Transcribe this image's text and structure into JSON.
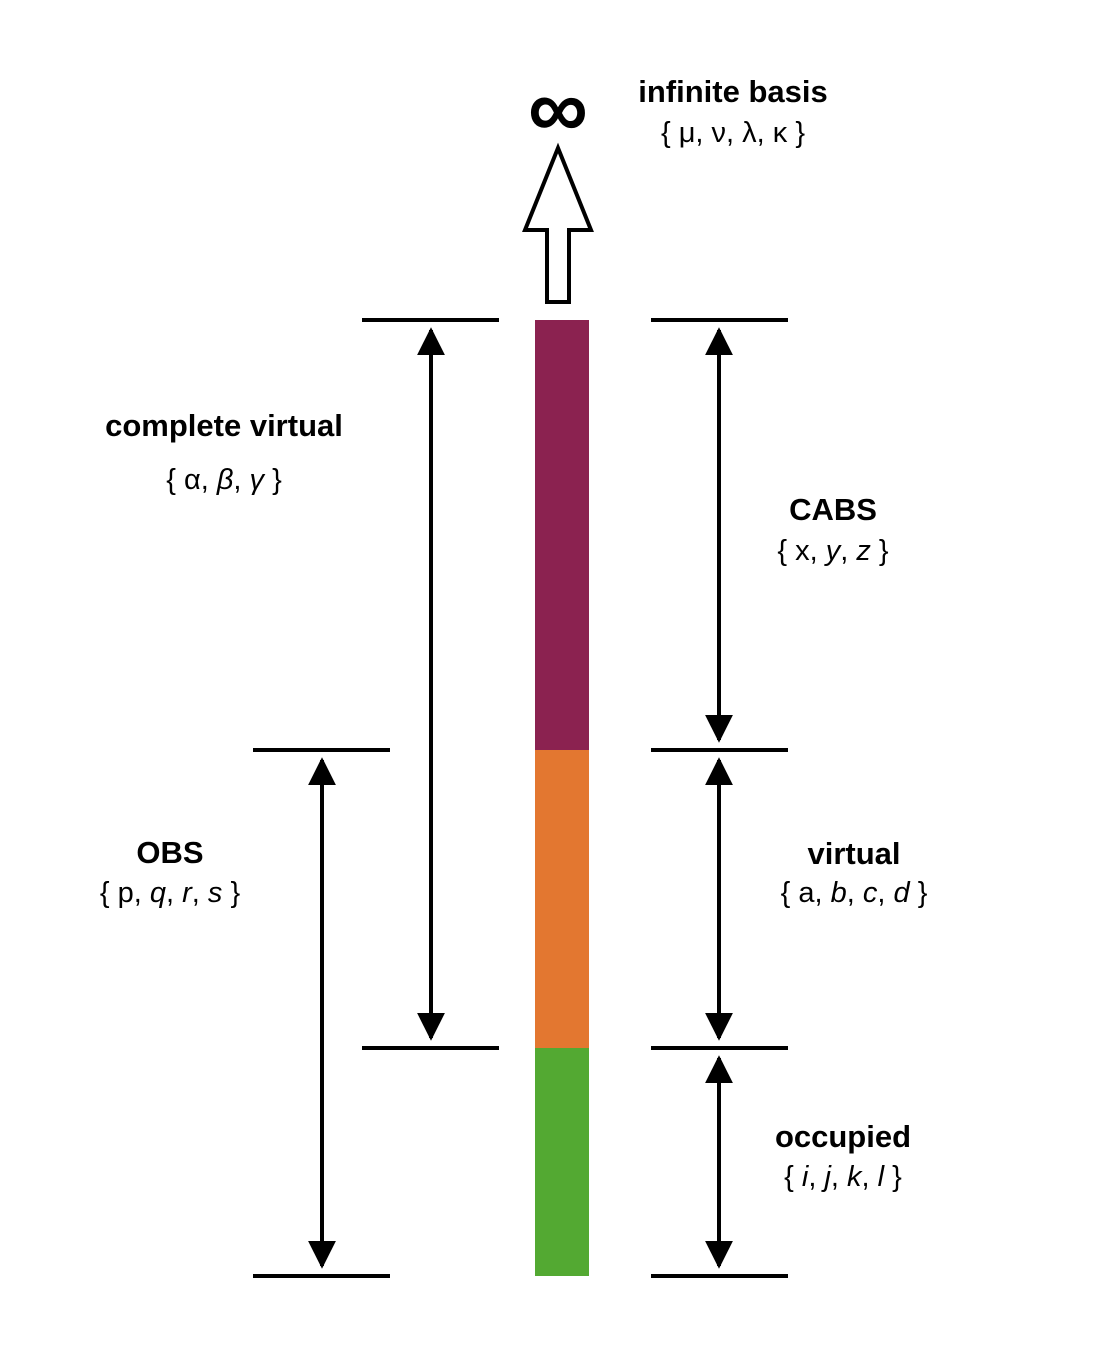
{
  "infinity_symbol": "∞",
  "regions": {
    "infinite_basis": {
      "title": "infinite basis",
      "indices": [
        {
          "t": "μ",
          "it": false
        },
        {
          "t": "ν",
          "it": false
        },
        {
          "t": "λ",
          "it": false
        },
        {
          "t": "κ",
          "it": false
        }
      ]
    },
    "complete_virtual": {
      "title": "complete virtual",
      "indices": [
        {
          "t": "α",
          "it": false
        },
        {
          "t": "β",
          "it": true
        },
        {
          "t": "γ",
          "it": true
        }
      ]
    },
    "cabs": {
      "title": "CABS",
      "indices": [
        {
          "t": "x",
          "it": false
        },
        {
          "t": "y",
          "it": true
        },
        {
          "t": "z",
          "it": true
        }
      ]
    },
    "obs": {
      "title": "OBS",
      "indices": [
        {
          "t": "p",
          "it": false
        },
        {
          "t": "q",
          "it": true
        },
        {
          "t": "r",
          "it": true
        },
        {
          "t": "s",
          "it": true
        }
      ]
    },
    "virtual": {
      "title": "virtual",
      "indices": [
        {
          "t": "a",
          "it": false
        },
        {
          "t": "b",
          "it": true
        },
        {
          "t": "c",
          "it": true
        },
        {
          "t": "d",
          "it": true
        }
      ]
    },
    "occupied": {
      "title": "occupied",
      "indices": [
        {
          "t": "i",
          "it": true
        },
        {
          "t": "j",
          "it": true
        },
        {
          "t": "k",
          "it": true
        },
        {
          "t": "l",
          "it": true
        }
      ]
    }
  },
  "colors": {
    "cabs_segment": "#8B2250",
    "virtual_segment": "#E37730",
    "occupied_segment": "#53A932",
    "line": "#000000"
  }
}
